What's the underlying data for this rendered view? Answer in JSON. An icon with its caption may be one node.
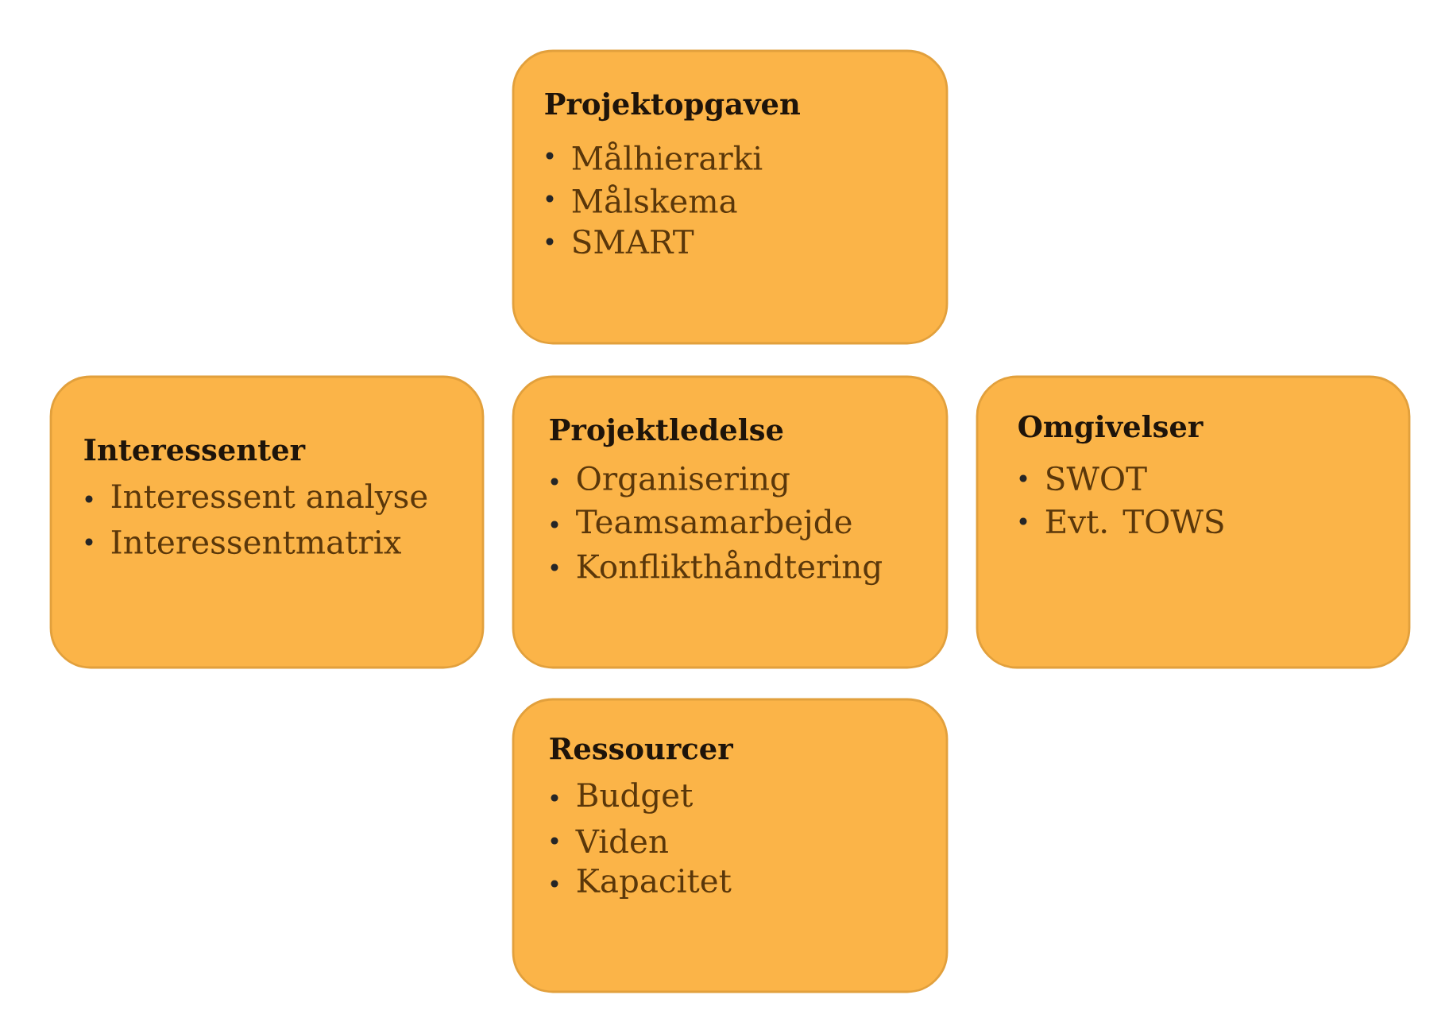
{
  "diagram": {
    "nodes": [
      {
        "text": [
          "Projektopgaven",
          "Målhierarki",
          "Målskema",
          "SMART"
        ]
      },
      {
        "text": [
          "Interessenter",
          "Interessent analyse",
          "Interessentmatrix"
        ]
      },
      {
        "text": [
          "Projektledelse",
          "Organisering",
          "Teamsamarbejde",
          "Konflikthåndtering"
        ]
      },
      {
        "text": [
          "Omgivelser",
          "SWOT",
          "Evt. TOWS"
        ]
      },
      {
        "text": [
          "Ressourcer",
          "Budget",
          "Viden",
          "Kapacitet"
        ]
      }
    ]
  }
}
